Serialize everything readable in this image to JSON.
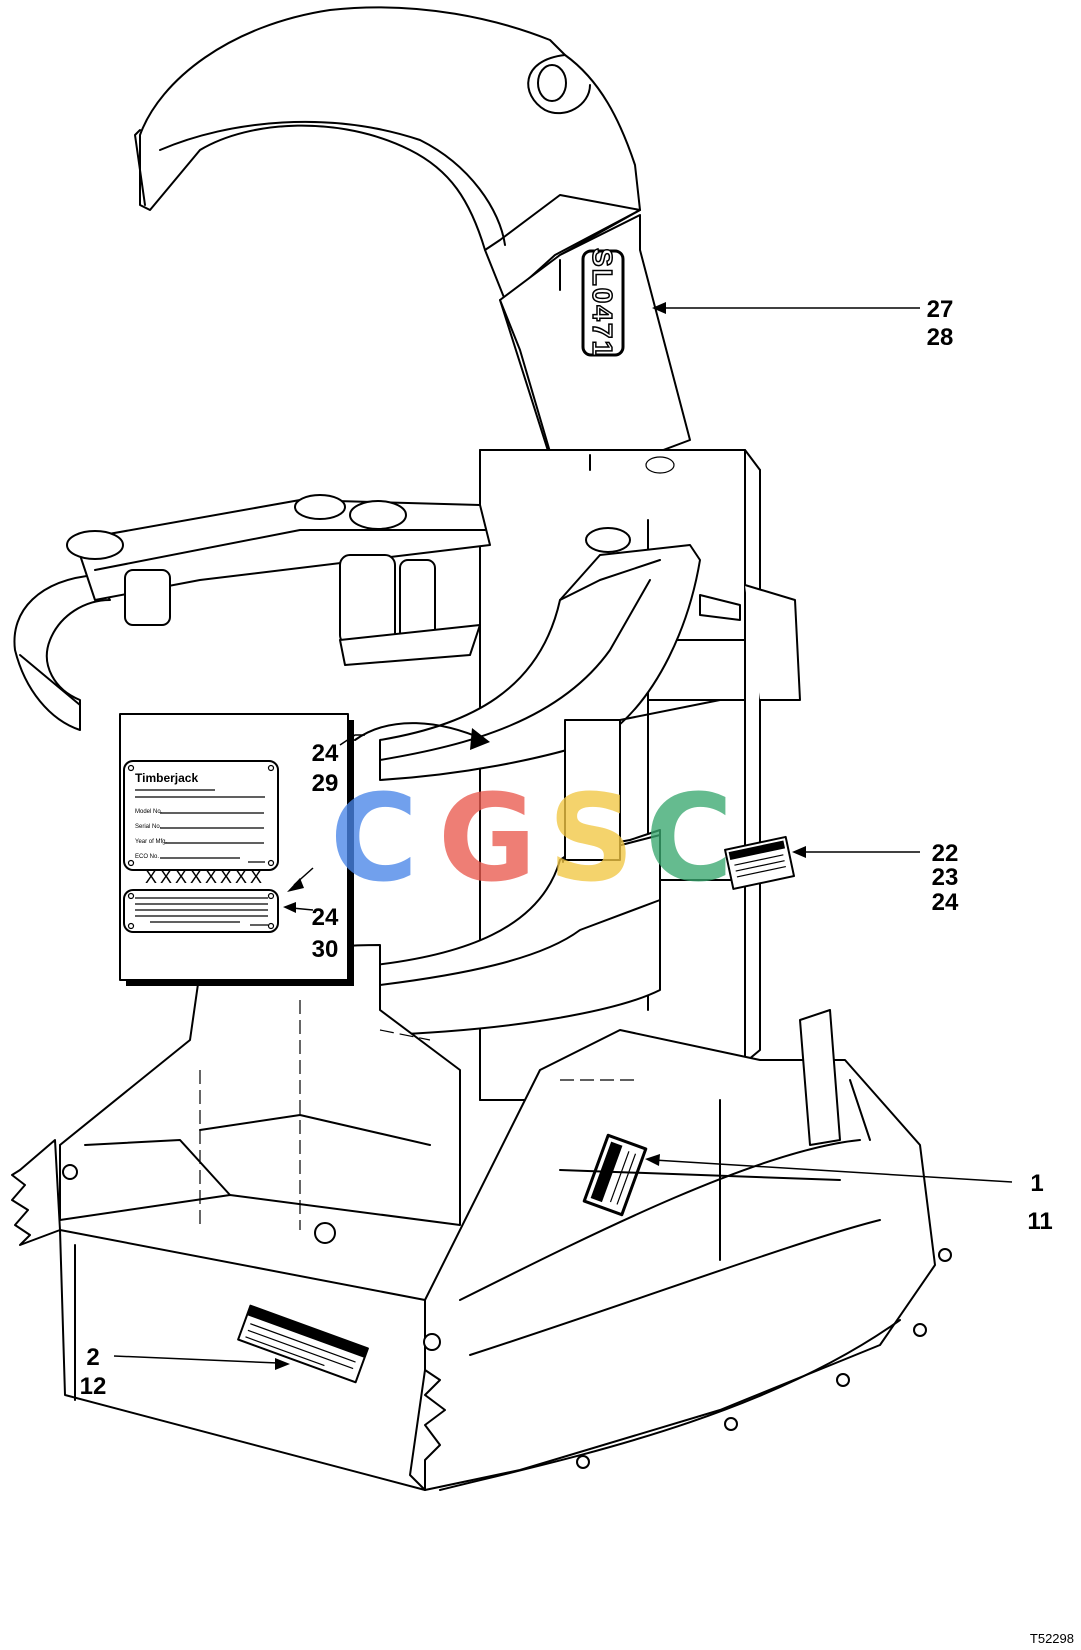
{
  "figure_id": "T52298",
  "watermark": {
    "text": "CGSC",
    "letters": [
      {
        "char": "C",
        "color": "#4a86e8"
      },
      {
        "char": "G",
        "color": "#ea5a4f"
      },
      {
        "char": "S",
        "color": "#f2c744"
      },
      {
        "char": "C",
        "color": "#3aa870"
      }
    ]
  },
  "decals": {
    "arm_logo": "SL0471"
  },
  "callouts": [
    {
      "id": "27",
      "label": "27"
    },
    {
      "id": "28",
      "label": "28"
    },
    {
      "id": "24a",
      "label": "24"
    },
    {
      "id": "29",
      "label": "29"
    },
    {
      "id": "24b",
      "label": "24"
    },
    {
      "id": "30",
      "label": "30"
    },
    {
      "id": "22",
      "label": "22"
    },
    {
      "id": "23",
      "label": "23"
    },
    {
      "id": "24c",
      "label": "24"
    },
    {
      "id": "1",
      "label": "1"
    },
    {
      "id": "11",
      "label": "11"
    },
    {
      "id": "2",
      "label": "2"
    },
    {
      "id": "12",
      "label": "12"
    }
  ],
  "inset_plate": {
    "brand": "Timberjack",
    "rows": [
      "Model No.",
      "Serial No.",
      "Year of Mfg.",
      "ECO No."
    ],
    "x_marks": "XXXXXXXX"
  }
}
